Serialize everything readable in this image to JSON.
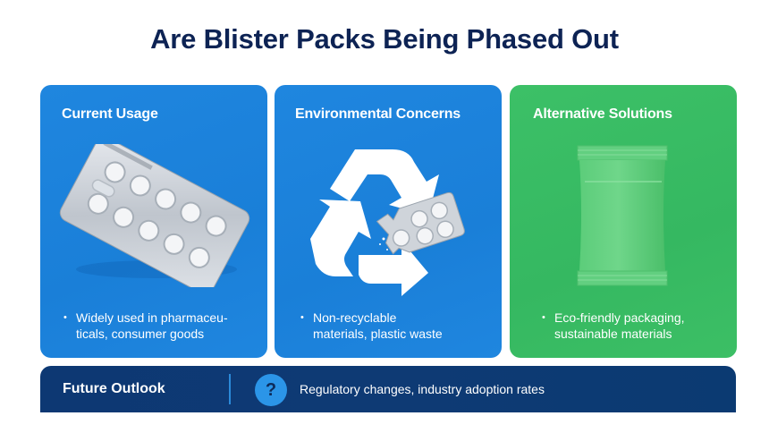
{
  "title": "Are Blister Packs Being Phased Out",
  "colors": {
    "title": "#0d2354",
    "card_blue": "#1a7fd8",
    "card_green": "#35b861",
    "footer": "#0e3a74",
    "accent": "#2b95e8"
  },
  "cards": [
    {
      "title": "Current Usage",
      "illustration": "blister-pack-image",
      "bullet": "Widely used in pharmaceu-\nticals, consumer goods"
    },
    {
      "title": "Environmental Concerns",
      "illustration": "recycle-symbol-with-broken-blister-image",
      "bullet": "Non-recyclable\nmaterials, plastic waste"
    },
    {
      "title": "Alternative Solutions",
      "illustration": "green-pouch-packaging-image",
      "bullet": "Eco-friendly packaging,\nsustainable materials"
    }
  ],
  "bullet_glyph": "•",
  "footer": {
    "title": "Future Outlook",
    "icon": "question-mark-icon",
    "icon_glyph": "?",
    "text": "Regulatory changes, industry adoption rates"
  }
}
